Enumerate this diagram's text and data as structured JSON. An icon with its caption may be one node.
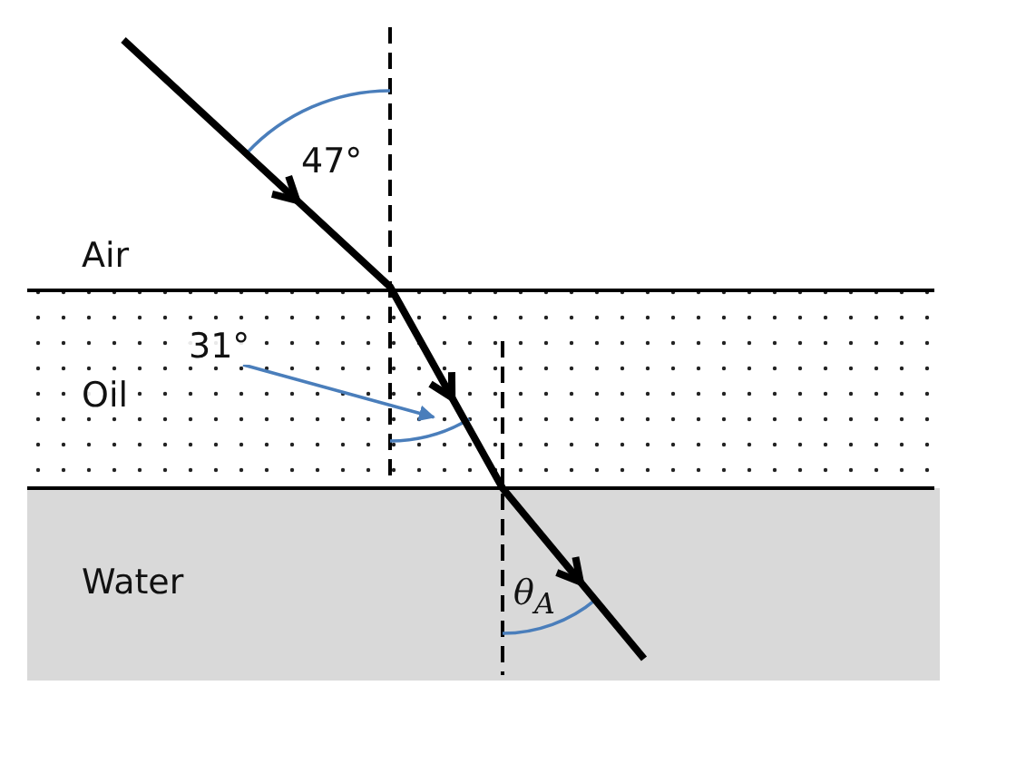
{
  "diagram": {
    "nodes": [
      {
        "text": [
          "31°"
        ]
      },
      {
        "text": [],
        "shape": "arc"
      }
    ],
    "edges": [
      {
        "from": 0,
        "to": 1,
        "arrow": "to"
      }
    ],
    "labels": [
      "47°",
      "Air",
      "Oil",
      "Water",
      "θ$_{A}$"
    ]
  }
}
